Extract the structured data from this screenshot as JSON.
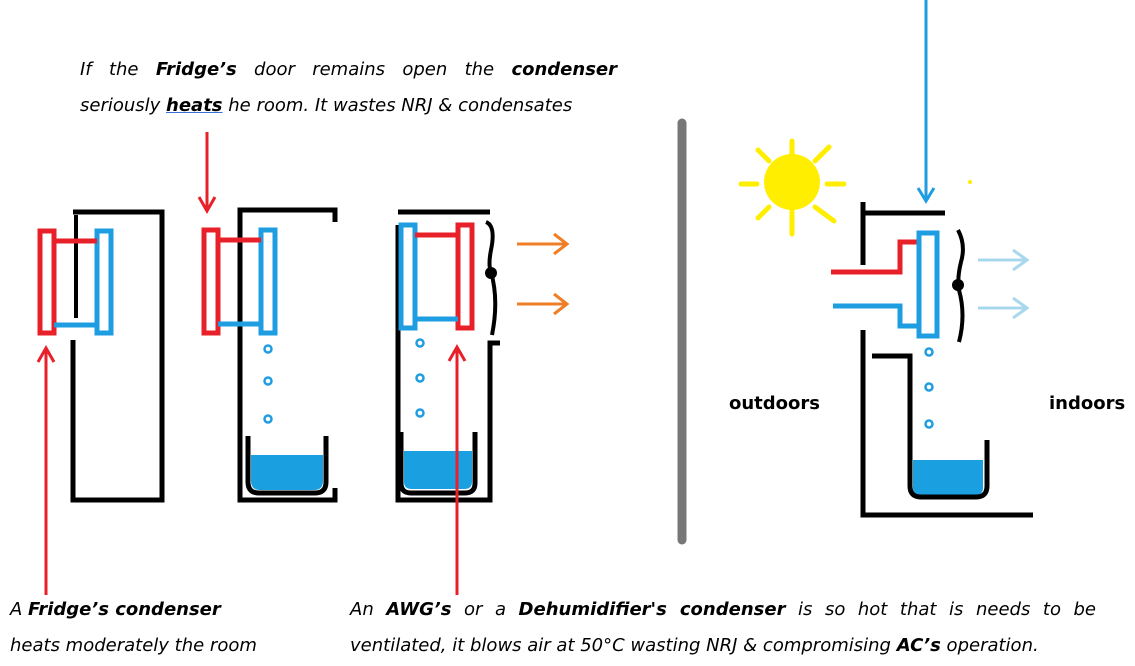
{
  "captions": {
    "top": {
      "l1_a": "If the ",
      "l1_b": "Fridge’s",
      "l1_c": " door remains open the ",
      "l1_d": "condenser",
      "l2_a": "seriously ",
      "l2_b": "heats",
      "l2_c": " he room. It wastes NRJ & condensates"
    },
    "bottom_left": {
      "l1_a": "A ",
      "l1_b": "Fridge’s condenser",
      "l2": "heats moderately the room"
    },
    "bottom_right": {
      "l1_a": "An ",
      "l1_b": "AWG’s",
      "l1_c": " or a ",
      "l1_d": "Dehumidifier's condenser",
      "l1_e": " is so hot that is needs to be",
      "l2_a": "ventilated, it blows air at 50°C wasting NRJ & compromising ",
      "l2_b": "AC’s",
      "l2_c": " operation."
    }
  },
  "labels": {
    "outdoors": "outdoors",
    "indoors": "indoors"
  },
  "colors": {
    "hot": "#e8202a",
    "cold": "#1e9de0",
    "water": "#1aa0e0",
    "airflow_hot": "#f07e26",
    "airflow_cool": "#a8d8ee",
    "sun": "#ffee00",
    "divider": "#777777",
    "frame": "#000000"
  }
}
